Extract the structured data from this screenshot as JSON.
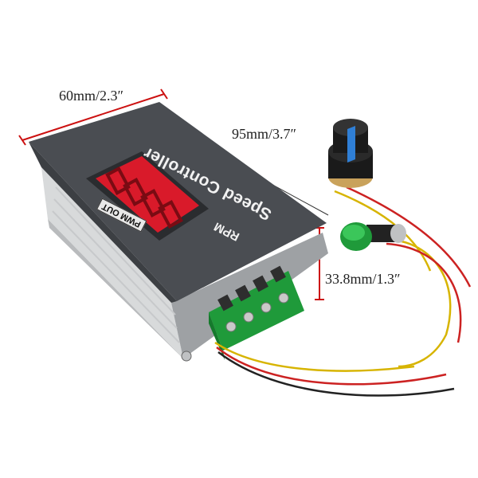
{
  "dimensions": {
    "width": "60mm/2.3″",
    "length": "95mm/3.7″",
    "height": "33.8mm/1.3″"
  },
  "panel": {
    "title": "Speed Controller",
    "unit": "RPM",
    "output_label": "PWM OUT"
  },
  "colors": {
    "dimension_line": "#cc1111",
    "panel": "#4a4d52",
    "display": "#d91a2a",
    "terminal": "#1f9a3a",
    "button": "#1f9a3a",
    "knob": "#1a1a1a",
    "knob_stripe": "#2f7fd6"
  }
}
